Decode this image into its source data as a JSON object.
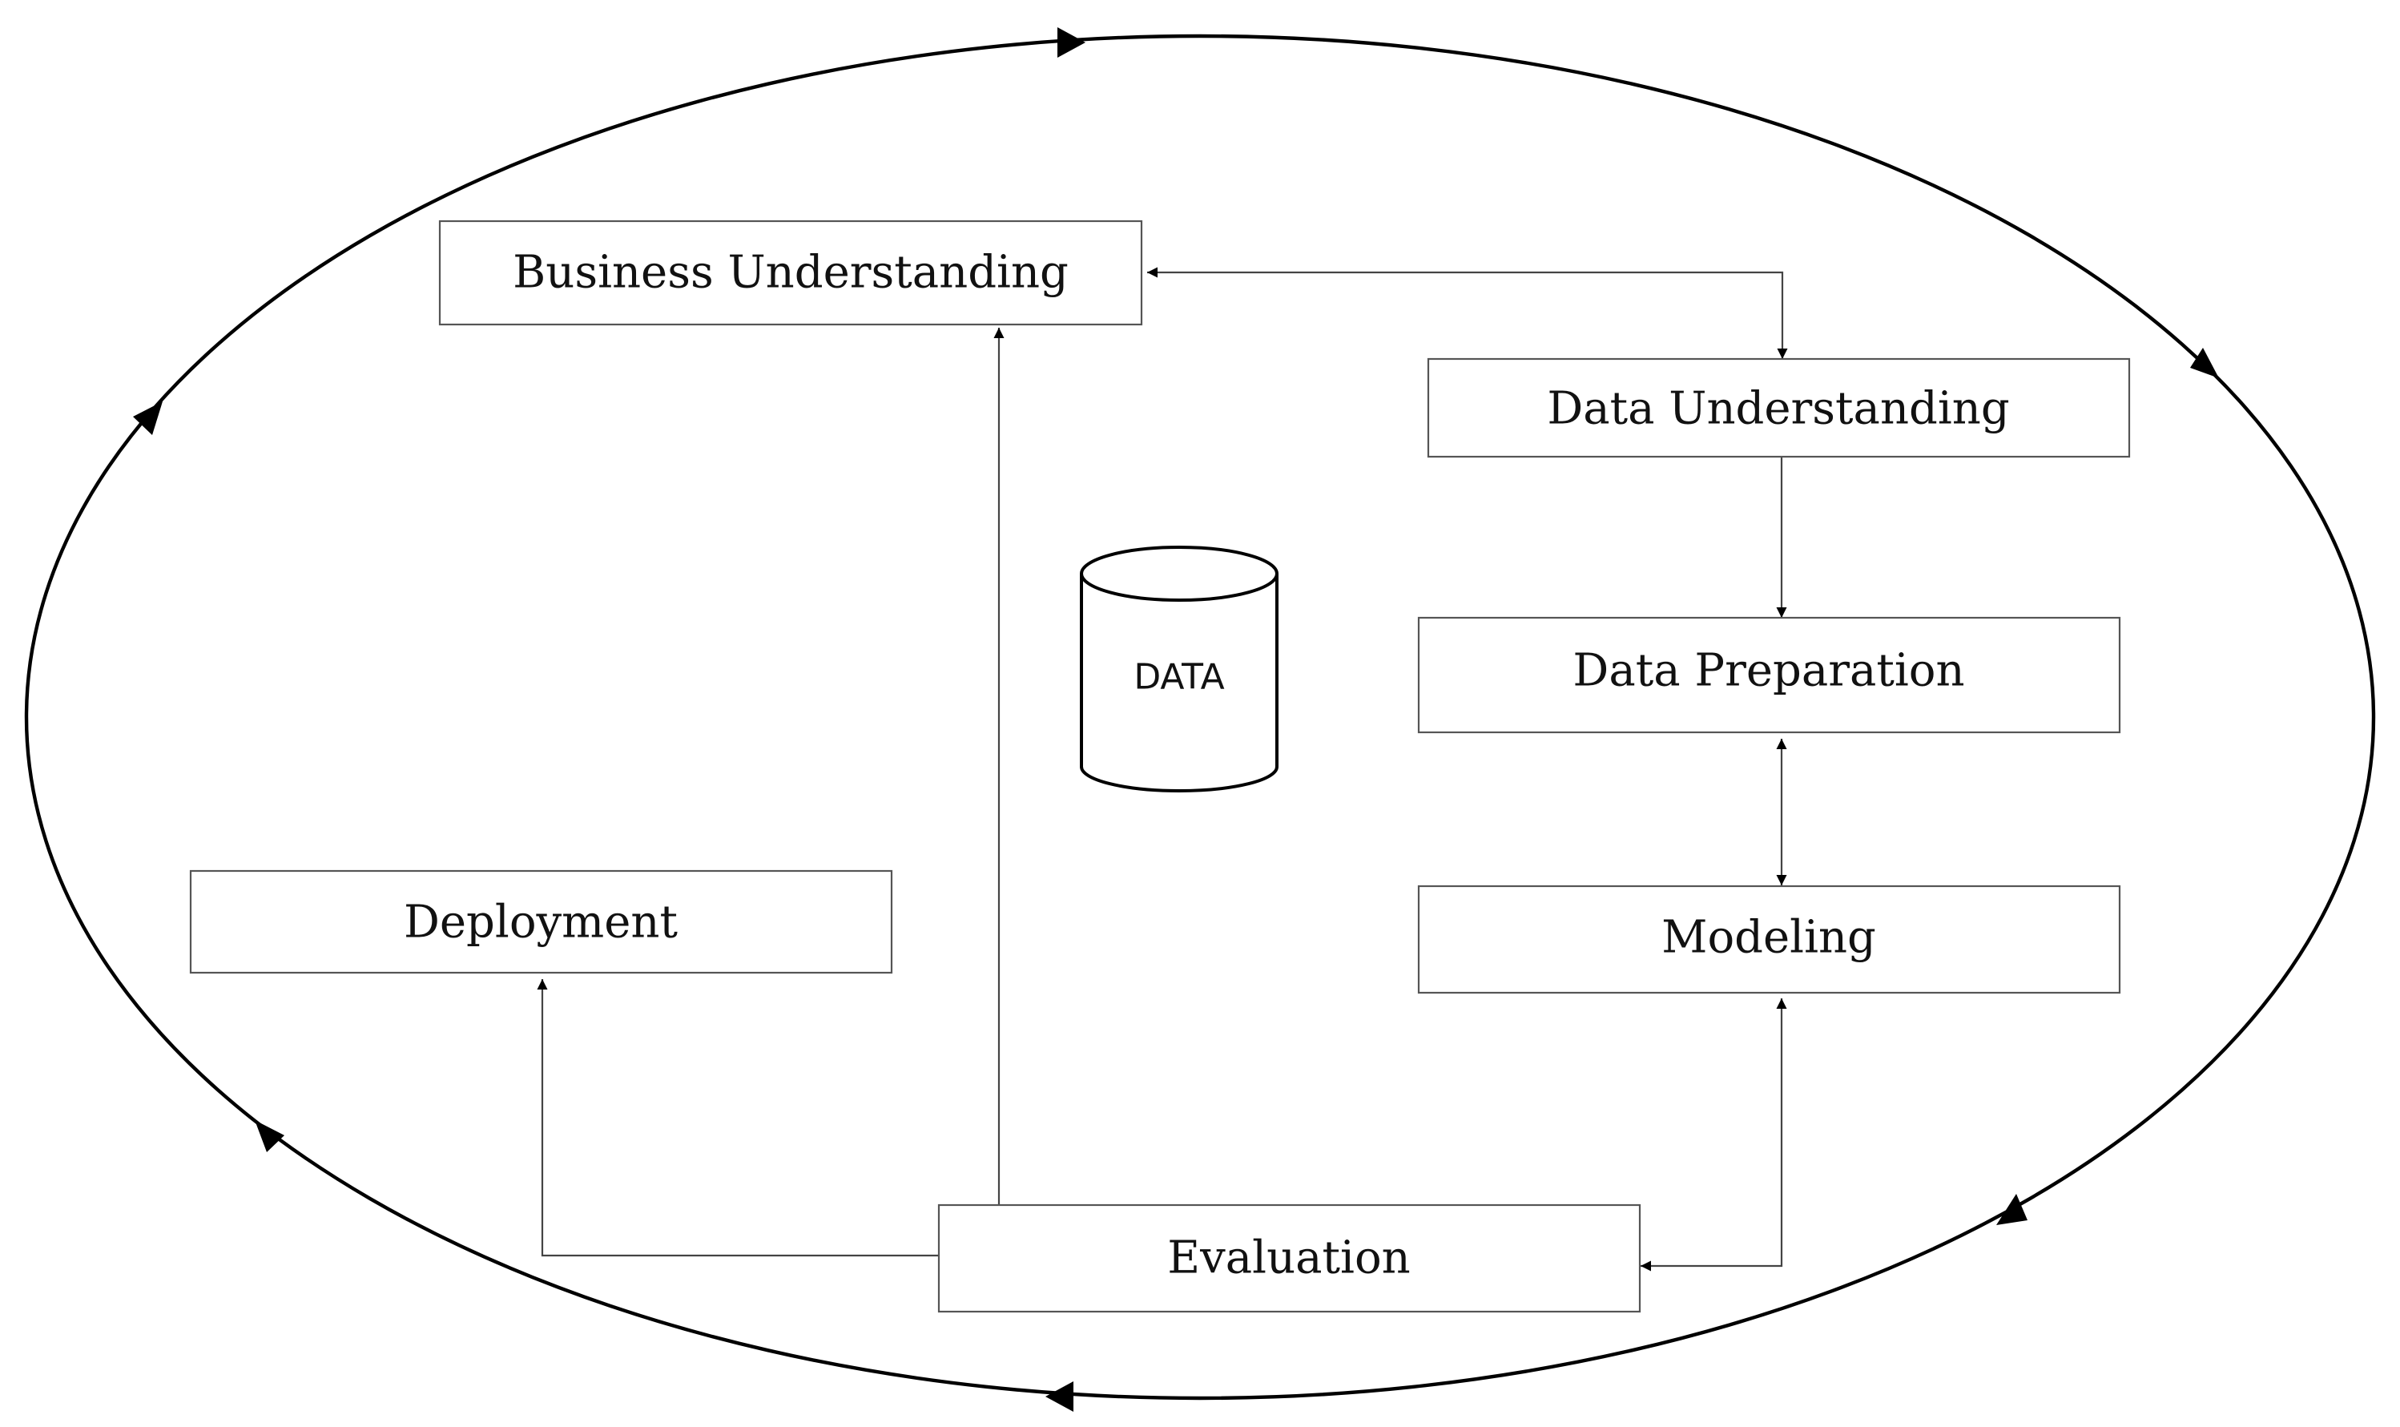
{
  "diagram": {
    "stages": {
      "business_understanding": "Business Understanding",
      "data_understanding": "Data Understanding",
      "data_preparation": "Data Preparation",
      "modeling": "Modeling",
      "evaluation": "Evaluation",
      "deployment": "Deployment"
    },
    "data_store": "DATA"
  }
}
